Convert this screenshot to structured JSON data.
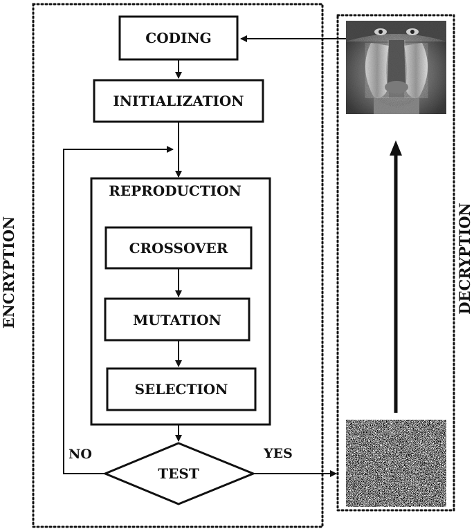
{
  "diagram": {
    "sections": {
      "encryption": "ENCRYPTION",
      "decryption": "DECRYPTION"
    },
    "steps": {
      "coding": "CODING",
      "initialization": "INITIALIZATION",
      "reproduction": "REPRODUCTION",
      "crossover": "CROSSOVER",
      "mutation": "MUTATION",
      "selection": "SELECTION",
      "test": "TEST"
    },
    "branches": {
      "no": "NO",
      "yes": "YES"
    },
    "images": {
      "original": "baboon-image",
      "encrypted": "noise-image"
    }
  }
}
